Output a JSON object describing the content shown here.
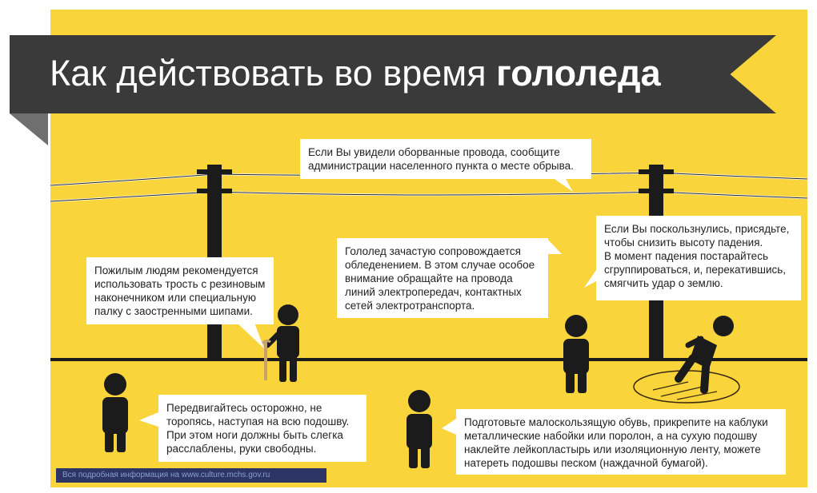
{
  "title": {
    "prefix": "Как действовать во время",
    "bold": "гололеда"
  },
  "bubbles": {
    "wires": [
      "Если Вы увидели оборванные провода, сообщите",
      "администрации населенного пункта о месте обрыва."
    ],
    "elderly": [
      "Пожилым людям рекомендуется",
      "использовать трость с резиновым",
      "наконечником или специальную",
      "палку с заостренными шипами."
    ],
    "icing": [
      "Гололед зачастую сопровождается",
      "обледенением. В этом случае особое",
      "внимание обращайте на провода",
      "линий электропередач, контактных",
      "сетей электротранспорта."
    ],
    "slip": [
      "Если Вы поскользнулись, присядьте,",
      "чтобы снизить высоту падения.",
      "В момент падения постарайтесь",
      "сгруппироваться, и, перекатившись,",
      "смягчить удар о землю."
    ],
    "walk": [
      "Передвигайтесь осторожно, не",
      "торопясь, наступая на всю подошву.",
      "При этом ноги должны быть слегка",
      "расслаблены, руки свободны."
    ],
    "shoes": [
      "Подготовьте малоскользящую обувь, прикрепите на каблуки",
      "металлические набойки или поролон, а на сухую подошву",
      "наклейте лейкопластырь или изоляционную ленту, можете",
      "натереть подошвы песком (наждачной бумагой)."
    ]
  },
  "footer": "Вся подробная информация на  www.culture.mchs.gov.ru"
}
